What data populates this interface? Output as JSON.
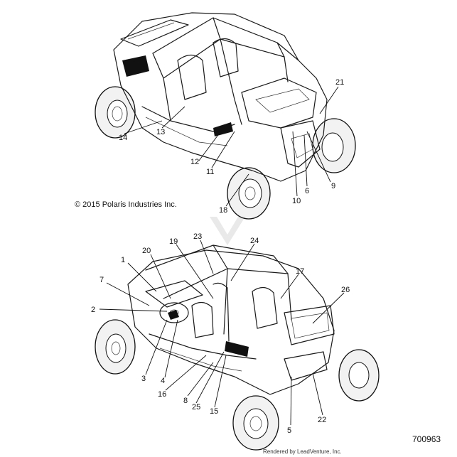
{
  "copyright": "© 2015 Polaris Industries Inc.",
  "part_number": "700963",
  "rendered_by": "Rendered by LeadVenture, Inc.",
  "callouts_top": [
    "21",
    "14",
    "13",
    "12",
    "11",
    "10",
    "6",
    "9",
    "18"
  ],
  "callouts_bottom": [
    "1",
    "20",
    "19",
    "23",
    "24",
    "7",
    "17",
    "26",
    "2",
    "3",
    "4",
    "16",
    "8",
    "25",
    "15",
    "5",
    "22"
  ]
}
